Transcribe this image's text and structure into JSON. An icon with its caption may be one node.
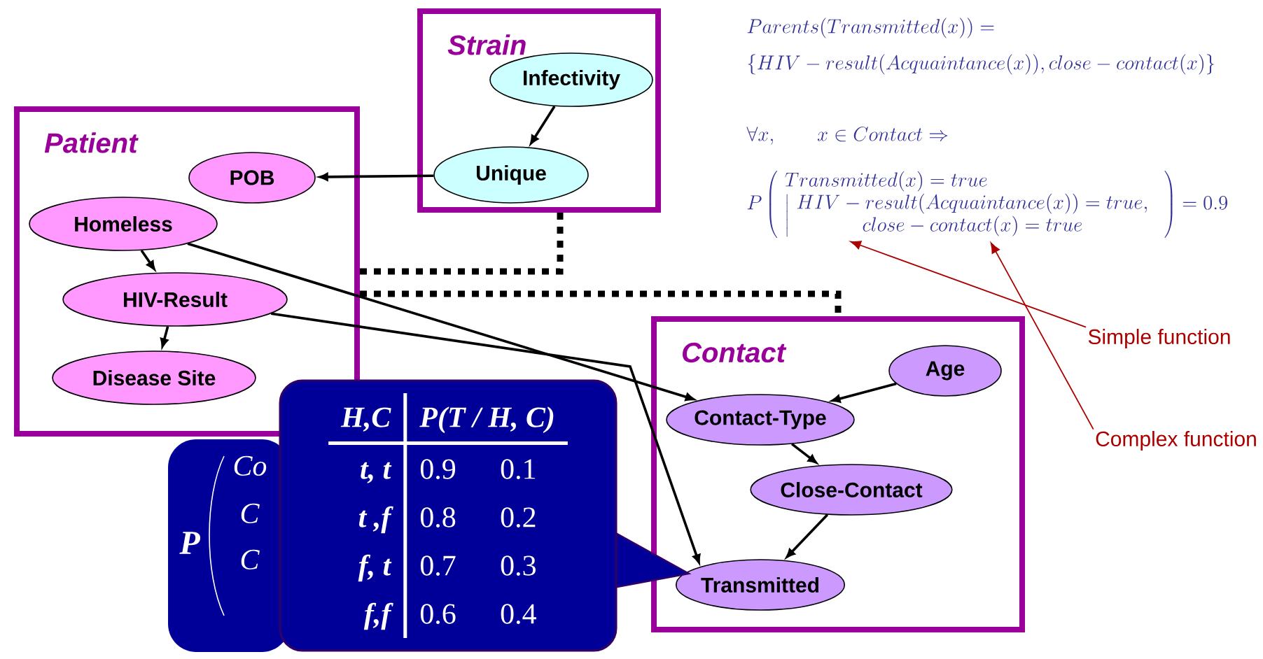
{
  "diagram": {
    "nodes": [
      {
        "text": [
          "Strain"
        ]
      },
      {
        "text": [
          "Infectivity"
        ],
        "in": 0
      },
      {
        "text": [
          "Unique"
        ],
        "in": 0
      },
      {
        "text": [
          "Patient"
        ]
      },
      {
        "text": [
          "POB"
        ],
        "in": 3
      },
      {
        "text": [
          "Homeless"
        ],
        "in": 3
      },
      {
        "text": [
          "HIV-Result"
        ],
        "in": 3
      },
      {
        "text": [
          "Disease Site"
        ],
        "in": 3
      },
      {
        "text": [
          "Contact"
        ]
      },
      {
        "text": [
          "Age"
        ],
        "in": 8
      },
      {
        "text": [
          "Contact-Type"
        ],
        "in": 8
      },
      {
        "text": [
          "Close-Contact"
        ],
        "in": 8
      },
      {
        "text": [
          "Transmitted"
        ],
        "in": 8
      },
      {
        "text": [
          "P",
          "Co",
          "C",
          "C"
        ]
      },
      {
        "text": [
          "H,C",
          "P(T / H, C)",
          "t, t",
          "0.9",
          "0.1",
          "t ,f",
          "0.8",
          "0.2",
          "f, t",
          "0.7",
          "0.3",
          "f,f",
          "0.6",
          "0.4"
        ]
      },
      {
        "text": [
          "Simple function"
        ]
      },
      {
        "text": [
          "Complex function"
        ]
      },
      {
        "text": [
          "P\\left(\\begin{array}{l}Transmitted(x)=true\\\\ \\left|\\begin{array}{c}HIV-result(Acquaintance(x))=true,\\\\ close-contact(x)=true\\end{array}\\right.\\end{array}\\right)=0.9"
        ]
      }
    ],
    "edges": [
      {
        "from": 1,
        "to": 2,
        "arrow": "to"
      },
      {
        "from": 2,
        "to": 4,
        "arrow": "to"
      },
      {
        "from": 5,
        "to": 6,
        "arrow": "to"
      },
      {
        "from": 6,
        "to": 7,
        "arrow": "to"
      },
      {
        "from": 5,
        "to": 10,
        "arrow": "to"
      },
      {
        "from": 6,
        "to": 12,
        "arrow": "to"
      },
      {
        "from": 9,
        "to": 10,
        "arrow": "to"
      },
      {
        "from": 10,
        "to": 11,
        "arrow": "to"
      },
      {
        "from": 11,
        "to": 12,
        "arrow": "to"
      },
      {
        "from": 0,
        "to": 3,
        "arrow": "none",
        "style": "dashed"
      },
      {
        "from": 3,
        "to": 8,
        "arrow": "none",
        "style": "dashed"
      },
      {
        "from": 15,
        "to": 17,
        "arrow": "to",
        "color": "#aa0000"
      },
      {
        "from": 16,
        "to": 17,
        "arrow": "to",
        "color": "#aa0000"
      }
    ],
    "labels": [
      "Parents(Transmitted(x)) =",
      "\\{HIV - result(Acquaintance(x)), close - contact(x)\\}",
      "\\forall x, \\qquad x \\in Contact \\Rightarrow"
    ]
  }
}
